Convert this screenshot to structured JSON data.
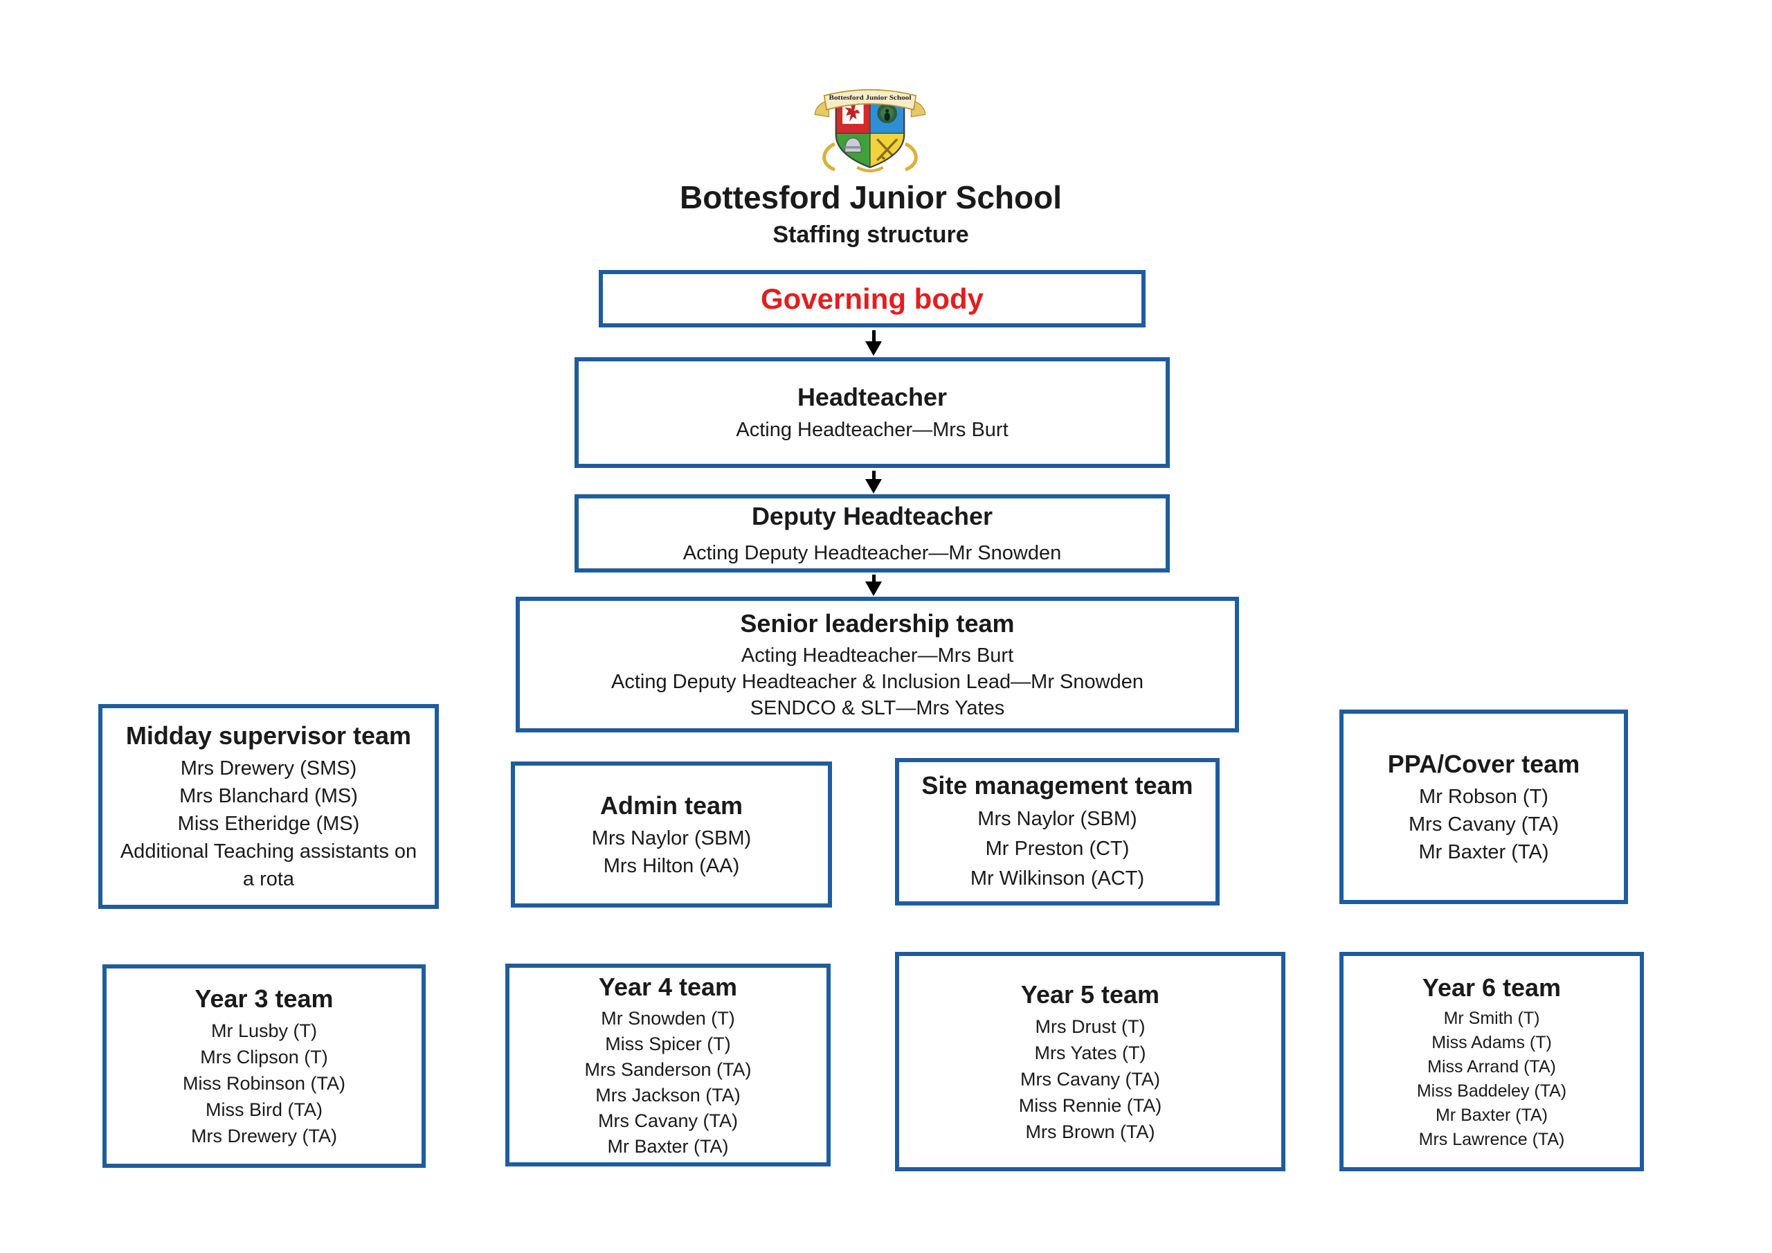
{
  "colors": {
    "box_border_blue": "#1F5C9E",
    "governing_body_red": "#E21E1E",
    "text_black": "#1A1A1A",
    "background": "#FFFFFF"
  },
  "header": {
    "school_name": "Bottesford Junior School",
    "document_title": "Staffing structure",
    "crest_banner_text": "Bottesford Junior School"
  },
  "hierarchy": {
    "governing_body": {
      "title": "Governing body"
    },
    "headteacher": {
      "title": "Headteacher",
      "line1": "Acting Headteacher—Mrs Burt"
    },
    "deputy_headteacher": {
      "title": "Deputy Headteacher",
      "line1": "Acting Deputy Headteacher—Mr Snowden"
    },
    "senior_leadership_team": {
      "title": "Senior leadership team",
      "line1": "Acting Headteacher—Mrs Burt",
      "line2": "Acting Deputy Headteacher & Inclusion Lead—Mr Snowden",
      "line3": "SENDCO & SLT—Mrs Yates"
    }
  },
  "teams": {
    "midday": {
      "title": "Midday supervisor team",
      "members": [
        "Mrs Drewery (SMS)",
        "Mrs Blanchard (MS)",
        "Miss Etheridge (MS)",
        "Additional Teaching assistants on a rota"
      ]
    },
    "admin": {
      "title": "Admin team",
      "members": [
        "Mrs Naylor (SBM)",
        "Mrs Hilton (AA)"
      ]
    },
    "site_management": {
      "title": "Site management team",
      "members": [
        "Mrs Naylor (SBM)",
        "Mr Preston (CT)",
        "Mr Wilkinson (ACT)"
      ]
    },
    "ppa_cover": {
      "title": "PPA/Cover team",
      "members": [
        "Mr Robson (T)",
        "Mrs Cavany (TA)",
        "Mr Baxter (TA)"
      ]
    },
    "year3": {
      "title": "Year 3 team",
      "members": [
        "Mr Lusby (T)",
        "Mrs Clipson (T)",
        "Miss Robinson (TA)",
        "Miss Bird (TA)",
        "Mrs Drewery (TA)"
      ]
    },
    "year4": {
      "title": "Year 4 team",
      "members": [
        "Mr Snowden (T)",
        "Miss Spicer (T)",
        "Mrs Sanderson (TA)",
        "Mrs Jackson (TA)",
        "Mrs Cavany (TA)",
        "Mr Baxter (TA)"
      ]
    },
    "year5": {
      "title": "Year 5 team",
      "members": [
        "Mrs Drust (T)",
        "Mrs Yates (T)",
        "Mrs Cavany (TA)",
        "Miss Rennie (TA)",
        "Mrs Brown (TA)"
      ]
    },
    "year6": {
      "title": "Year 6 team",
      "members": [
        "Mr Smith (T)",
        "Miss Adams (T)",
        "Miss Arrand (TA)",
        "Miss Baddeley (TA)",
        "Mr Baxter (TA)",
        "Mrs Lawrence (TA)"
      ]
    }
  }
}
